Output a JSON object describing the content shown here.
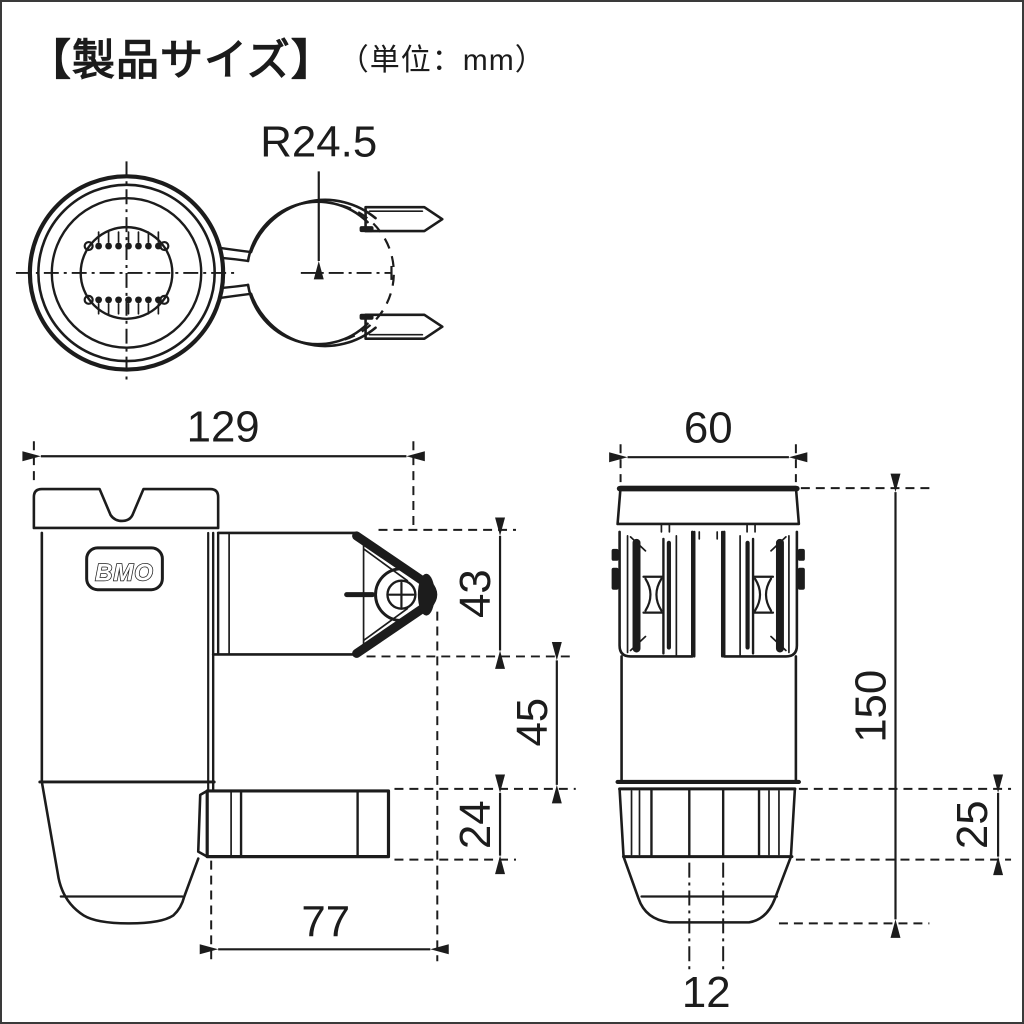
{
  "title": {
    "main": "【製品サイズ】",
    "unit": "（単位：mm）"
  },
  "views": {
    "top": {
      "label_radius": "R24.5"
    },
    "front": {
      "logo": "BMO",
      "dim_width": "129",
      "dim_arm_height": "43",
      "dim_gap": "45",
      "dim_band_height": "24",
      "dim_band_width": "77"
    },
    "side": {
      "dim_width": "60",
      "dim_total_height": "150",
      "dim_lower_band": "25",
      "dim_slot": "12"
    }
  },
  "colors": {
    "line": "#1c1c1c",
    "background": "#ffffff"
  }
}
